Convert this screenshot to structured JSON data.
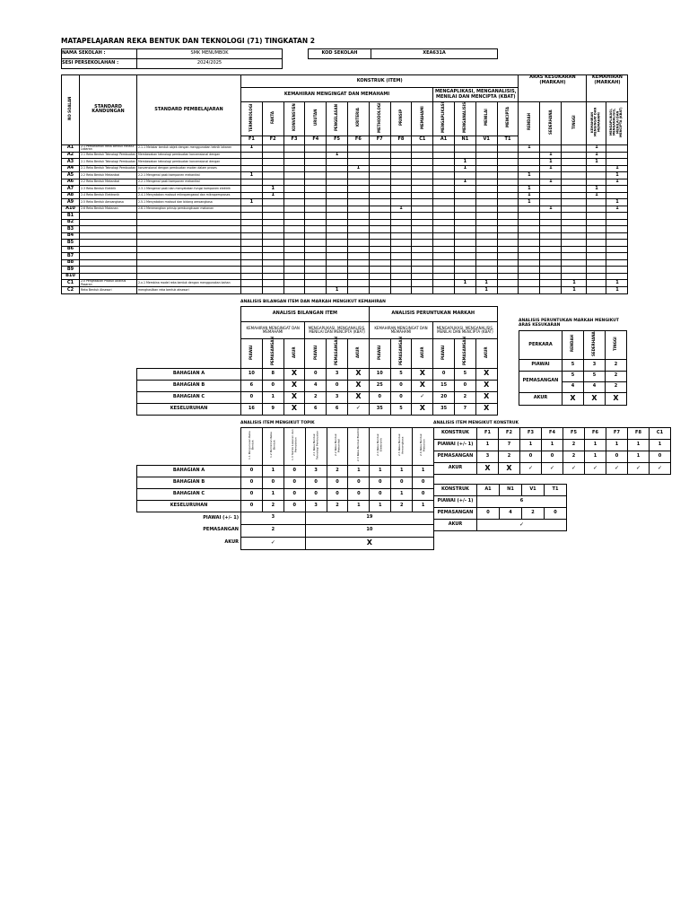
{
  "header": {
    "title": "MATAPELAJARAN  REKA BENTUK DAN TEKNOLOGI (71) TINGKATAN 2",
    "school_label": "NAMA SEKOLAH :",
    "school_value": "SMK MENUMBOK",
    "session_label": "SESI PERSEKOLAHAN :",
    "session_value": "2024/2025",
    "code_label": "KOD SEKOLAH",
    "code_value": "XEA631A"
  },
  "main_table": {
    "col_no": "NO SOALAN",
    "col_sk": "STANDARD KANDUNGAN",
    "col_sp": "STANDARD PEMBELAJARAN",
    "konstruk": "KONSTRUK (ITEM)",
    "group_lots": "KEMAHIRAN MENGINGAT DAN MEMAHAMI",
    "group_hots": "MENGAPLIKASI, MENGANALISIS, MENILAI DAN MENCIPTA (KBAT)",
    "aras": "ARAS KESUKARAN (MARKAH)",
    "kemahiran": "KEMAHIRAN (MARKAH)",
    "constructs": [
      {
        "name": "TERMINOLOGI",
        "code": "F1"
      },
      {
        "name": "FAKTA",
        "code": "F2"
      },
      {
        "name": "KONVENSYEN",
        "code": "F3"
      },
      {
        "name": "URUTAN",
        "code": "F4"
      },
      {
        "name": "PENGELASAN",
        "code": "F5"
      },
      {
        "name": "KRITERIA",
        "code": "F6"
      },
      {
        "name": "METHODOLOGI",
        "code": "F7"
      },
      {
        "name": "PRINSIP",
        "code": "F8"
      },
      {
        "name": "MEMAHAMI",
        "code": "C1"
      },
      {
        "name": "MENGAPLIKASI",
        "code": "A1"
      },
      {
        "name": "MENGANALISIS",
        "code": "N1"
      },
      {
        "name": "MENILAI",
        "code": "V1"
      },
      {
        "name": "MENCIPTA",
        "code": "T1"
      }
    ],
    "levels": [
      "RENDAH",
      "SEDERHANA",
      "TINGGI"
    ],
    "skills": [
      "KEMAHIRAN MENGINGAT DAN MEMAHAMI",
      "MENGAPLIKASI, MENGANALISIS, MENILAI DAN MENCIPTA (KBAT)"
    ],
    "rows": [
      {
        "no": "A1",
        "sk": "2.1 Pemahaman Reka Bentuk Melalui Lakaran",
        "sp": "2.1.1 Melakar bentuk objek dengan menggunakan teknik lakaran",
        "c": [
          "1",
          "",
          "",
          "",
          "",
          "",
          "",
          "",
          "",
          "",
          "",
          "",
          ""
        ],
        "lv": [
          "1",
          "",
          ""
        ],
        "sk2": [
          "1",
          ""
        ]
      },
      {
        "no": "A2",
        "sk": "2.1 Reka Bentuk Teknologi Pembuatan",
        "sp": "Membezakan teknologi pembuatan konvensional dengan",
        "c": [
          "",
          "",
          "",
          "",
          "1",
          "",
          "",
          "",
          "",
          "",
          "",
          "",
          ""
        ],
        "lv": [
          "",
          "1",
          ""
        ],
        "sk2": [
          "1",
          ""
        ]
      },
      {
        "no": "A3",
        "sk": "2.1 Reka Bentuk Teknologi Pembuatan",
        "sp": "Membezakan teknologi pembuatan konvensional dengan",
        "c": [
          "",
          "",
          "",
          "",
          "",
          "",
          "",
          "",
          "",
          "",
          "1",
          "",
          ""
        ],
        "lv": [
          "",
          "1",
          ""
        ],
        "sk2": [
          "1",
          ""
        ]
      },
      {
        "no": "A4",
        "sk": "2.1 Reka Bentuk Teknologi Pembuatan",
        "sp": "konvensional dengan pembuatan moden dalam proses",
        "c": [
          "",
          "",
          "",
          "",
          "",
          "1",
          "",
          "",
          "",
          "",
          "1",
          "",
          ""
        ],
        "lv": [
          "",
          "1",
          ""
        ],
        "sk2": [
          "",
          "1"
        ]
      },
      {
        "no": "A5",
        "sk": "2.2 Reka Bentuk Mekanikal",
        "sp": "2.2.1 Mengenal pasti komponen mekanikal",
        "c": [
          "1",
          "",
          "",
          "",
          "",
          "",
          "",
          "",
          "",
          "",
          "",
          "",
          ""
        ],
        "lv": [
          "1",
          "",
          ""
        ],
        "sk2": [
          "",
          "1"
        ]
      },
      {
        "no": "A6",
        "sk": "2.2 Reka Bentuk Mekanikal",
        "sp": "2.2.1 Mengenal pasti komponen mekanikal",
        "c": [
          "",
          "",
          "",
          "",
          "",
          "",
          "",
          "",
          "",
          "",
          "1",
          "",
          ""
        ],
        "lv": [
          "",
          "1",
          ""
        ],
        "sk2": [
          "",
          "1"
        ]
      },
      {
        "no": "A7",
        "sk": "2.3 Reka Bentuk Elektrik",
        "sp": "2.3.1 Mengenal pasti dan menyatakan fungsi komponen elektrik",
        "c": [
          "",
          "1",
          "",
          "",
          "",
          "",
          "",
          "",
          "",
          "",
          "",
          "",
          ""
        ],
        "lv": [
          "1",
          "",
          ""
        ],
        "sk2": [
          "1",
          ""
        ]
      },
      {
        "no": "A8",
        "sk": "2.4 Reka Bentuk Elektronik",
        "sp": "2.4.1 Menyatakan maksud mikropengawal dan mikropemproses",
        "c": [
          "",
          "1",
          "",
          "",
          "",
          "",
          "",
          "",
          "",
          "",
          "",
          "",
          ""
        ],
        "lv": [
          "1",
          "",
          ""
        ],
        "sk2": [
          "1",
          ""
        ]
      },
      {
        "no": "A9",
        "sk": "2.5 Reka Bentuk Aeroangkasa",
        "sp": "2.5.1 Menyatakan maksud dan bidang aeroangkasa",
        "c": [
          "1",
          "",
          "",
          "",
          "",
          "",
          "",
          "",
          "",
          "",
          "",
          "",
          ""
        ],
        "lv": [
          "1",
          "",
          ""
        ],
        "sk2": [
          "",
          "1"
        ]
      },
      {
        "no": "A10",
        "sk": "2.6 Reka Bentuk Makanan",
        "sp": "2.6.1 Menerangkan prinsip pembungkusan makanan",
        "c": [
          "",
          "",
          "",
          "",
          "",
          "",
          "",
          "1",
          "",
          "",
          "",
          "",
          ""
        ],
        "lv": [
          "",
          "1",
          ""
        ],
        "sk2": [
          "",
          "1"
        ]
      },
      {
        "no": "B1",
        "sk": "",
        "sp": "",
        "c": [
          "",
          "",
          "",
          "",
          "",
          "",
          "",
          "",
          "",
          "",
          "",
          "",
          ""
        ],
        "lv": [
          "",
          "",
          ""
        ],
        "sk2": [
          "",
          ""
        ]
      },
      {
        "no": "B2",
        "sk": "",
        "sp": "",
        "c": [
          "",
          "",
          "",
          "",
          "",
          "",
          "",
          "",
          "",
          "",
          "",
          "",
          ""
        ],
        "lv": [
          "",
          "",
          ""
        ],
        "sk2": [
          "",
          ""
        ]
      },
      {
        "no": "B3",
        "sk": "",
        "sp": "",
        "c": [
          "",
          "",
          "",
          "",
          "",
          "",
          "",
          "",
          "",
          "",
          "",
          "",
          ""
        ],
        "lv": [
          "",
          "",
          ""
        ],
        "sk2": [
          "",
          ""
        ]
      },
      {
        "no": "B4",
        "sk": "",
        "sp": "",
        "c": [
          "",
          "",
          "",
          "",
          "",
          "",
          "",
          "",
          "",
          "",
          "",
          "",
          ""
        ],
        "lv": [
          "",
          "",
          ""
        ],
        "sk2": [
          "",
          ""
        ]
      },
      {
        "no": "B5",
        "sk": "",
        "sp": "",
        "c": [
          "",
          "",
          "",
          "",
          "",
          "",
          "",
          "",
          "",
          "",
          "",
          "",
          ""
        ],
        "lv": [
          "",
          "",
          ""
        ],
        "sk2": [
          "",
          ""
        ]
      },
      {
        "no": "B6",
        "sk": "",
        "sp": "",
        "c": [
          "",
          "",
          "",
          "",
          "",
          "",
          "",
          "",
          "",
          "",
          "",
          "",
          ""
        ],
        "lv": [
          "",
          "",
          ""
        ],
        "sk2": [
          "",
          ""
        ]
      },
      {
        "no": "B7",
        "sk": "",
        "sp": "",
        "c": [
          "",
          "",
          "",
          "",
          "",
          "",
          "",
          "",
          "",
          "",
          "",
          "",
          ""
        ],
        "lv": [
          "",
          "",
          ""
        ],
        "sk2": [
          "",
          ""
        ]
      },
      {
        "no": "B8",
        "sk": "",
        "sp": "",
        "c": [
          "",
          "",
          "",
          "",
          "",
          "",
          "",
          "",
          "",
          "",
          "",
          "",
          ""
        ],
        "lv": [
          "",
          "",
          ""
        ],
        "sk2": [
          "",
          ""
        ]
      },
      {
        "no": "B9",
        "sk": "",
        "sp": "",
        "c": [
          "",
          "",
          "",
          "",
          "",
          "",
          "",
          "",
          "",
          "",
          "",
          "",
          ""
        ],
        "lv": [
          "",
          "",
          ""
        ],
        "sk2": [
          "",
          ""
        ]
      },
      {
        "no": "B10",
        "sk": "",
        "sp": "",
        "c": [
          "",
          "",
          "",
          "",
          "",
          "",
          "",
          "",
          "",
          "",
          "",
          "",
          ""
        ],
        "lv": [
          "",
          "",
          ""
        ],
        "sk2": [
          "",
          ""
        ]
      },
      {
        "no": "C1",
        "sk": "2.x Penghasilan Produk Analisis Pasaran",
        "sp": "2.x.1 Membina model reka bentuk dengan menggunakan bahan",
        "c": [
          "",
          "",
          "",
          "",
          "",
          "",
          "",
          "",
          "",
          "",
          "1",
          "1",
          ""
        ],
        "lv": [
          "",
          "",
          "1"
        ],
        "sk2": [
          "",
          "1"
        ]
      },
      {
        "no": "C2",
        "sk": "Reka Bentuk Aksesori",
        "sp": "menghasilkan reka bentuk aksesori",
        "c": [
          "",
          "",
          "",
          "",
          "1",
          "",
          "",
          "",
          "",
          "",
          "",
          "1",
          ""
        ],
        "lv": [
          "",
          "",
          "1"
        ],
        "sk2": [
          "",
          "1"
        ]
      }
    ]
  },
  "analysis_skill": {
    "title": "ANALISIS BILANGAN ITEM DAN MARKAH MENGIKUT KEMAHIRAN",
    "item_header": "ANALISIS BILANGAN ITEM",
    "mark_header": "ANALISIS PERUNTUKAN MARKAH",
    "lots": "KEMAHIRAN MENGINGAT DAN MEMAHAMI",
    "hots": "MENGAPLIKASI, MENGANALISIS, MENILAI DAN MENCIPTA (KBAT)",
    "sub": [
      "PIAWAI",
      "PEMASANGAN",
      "AKUR"
    ],
    "rows": [
      {
        "label": "BAHAGIAN A",
        "v": [
          "10",
          "8",
          "X",
          "0",
          "3",
          "X",
          "10",
          "5",
          "X",
          "0",
          "5",
          "X"
        ]
      },
      {
        "label": "BAHAGIAN B",
        "v": [
          "6",
          "0",
          "X",
          "4",
          "0",
          "X",
          "25",
          "0",
          "X",
          "15",
          "0",
          "X"
        ]
      },
      {
        "label": "BAHAGIAN C",
        "v": [
          "0",
          "1",
          "X",
          "2",
          "3",
          "X",
          "0",
          "0",
          "✓",
          "20",
          "2",
          "X"
        ]
      },
      {
        "label": "KESELURUHAN",
        "v": [
          "16",
          "9",
          "X",
          "6",
          "6",
          "✓",
          "35",
          "5",
          "X",
          "35",
          "7",
          "X"
        ]
      }
    ]
  },
  "analysis_level": {
    "title": "ANALISIS PERUNTUKAN MARKAH MENGIKUT ARAS KESUKARAN",
    "perkara": "PERKARA",
    "levels": [
      "RENDAH",
      "SEDERHANA",
      "TINGGI"
    ],
    "piawai_label": "PIAWAI",
    "piawai": [
      "5",
      "3",
      "2"
    ],
    "pemasangan_label": "PEMASANGAN",
    "pemasangan": [
      [
        "5",
        "5",
        "2"
      ],
      [
        "4",
        "4",
        "2"
      ]
    ],
    "akur_label": "AKUR",
    "akur": [
      "X",
      "X",
      "X"
    ]
  },
  "analysis_topic": {
    "title": "ANALISIS ITEM MENGIKUT TOPIK",
    "topics": [
      "1.1 Pengurusan Reka Bentuk",
      "1.2 Pemikiran Reka Bentuk",
      "1.3 Teknik Lakaran dan Pemodelan",
      "2.1 Reka Bentuk Teknologi Pembuatan",
      "2.2 Reka Bentuk Mekanikal",
      "2.3 Reka Bentuk Elektrik",
      "2.4 Reka Bentuk Elektronik",
      "2.5 Reka Bentuk Aeroangkasa",
      "2.6 Reka Bentuk Makanan"
    ],
    "rows": [
      {
        "label": "BAHAGIAN A",
        "v": [
          "0",
          "1",
          "0",
          "3",
          "2",
          "1",
          "1",
          "1",
          "1"
        ]
      },
      {
        "label": "BAHAGIAN B",
        "v": [
          "0",
          "0",
          "0",
          "0",
          "0",
          "0",
          "0",
          "0",
          "0"
        ]
      },
      {
        "label": "BAHAGIAN C",
        "v": [
          "0",
          "1",
          "0",
          "0",
          "0",
          "0",
          "0",
          "1",
          "0"
        ]
      },
      {
        "label": "KESELURUHAN",
        "v": [
          "0",
          "2",
          "0",
          "3",
          "2",
          "1",
          "1",
          "2",
          "1"
        ]
      }
    ],
    "piawai_label": "PIAWAI (+/- 1)",
    "pemasangan_label": "PEMASANGAN",
    "akur_label": "AKUR",
    "summary": {
      "piawai": [
        "3",
        "19"
      ],
      "pemasangan": [
        "2",
        "10"
      ],
      "akur": [
        "✓",
        "X"
      ]
    }
  },
  "analysis_construct": {
    "title": "ANALISIS ITEM MENGIKUT KONSTRUK",
    "konstruk_label": "KONSTRUK",
    "piawai_label": "PIAWAI (+/- 1)",
    "pemasangan_label": "PEMASANGAN",
    "akur_label": "AKUR",
    "lots": {
      "codes": [
        "F1",
        "F2",
        "F3",
        "F4",
        "F5",
        "F6",
        "F7",
        "F8",
        "C1"
      ],
      "piawai": [
        "1",
        "7",
        "1",
        "1",
        "2",
        "1",
        "1",
        "1",
        "1"
      ],
      "pemasangan": [
        "3",
        "2",
        "0",
        "0",
        "2",
        "1",
        "0",
        "1",
        "0"
      ],
      "akur": [
        "X",
        "X",
        "✓",
        "✓",
        "✓",
        "✓",
        "✓",
        "✓",
        "✓"
      ]
    },
    "hots": {
      "codes": [
        "A1",
        "N1",
        "V1",
        "T1"
      ],
      "piawai": "6",
      "pemasangan": [
        "0",
        "4",
        "2",
        "0"
      ],
      "akur": "✓"
    }
  }
}
